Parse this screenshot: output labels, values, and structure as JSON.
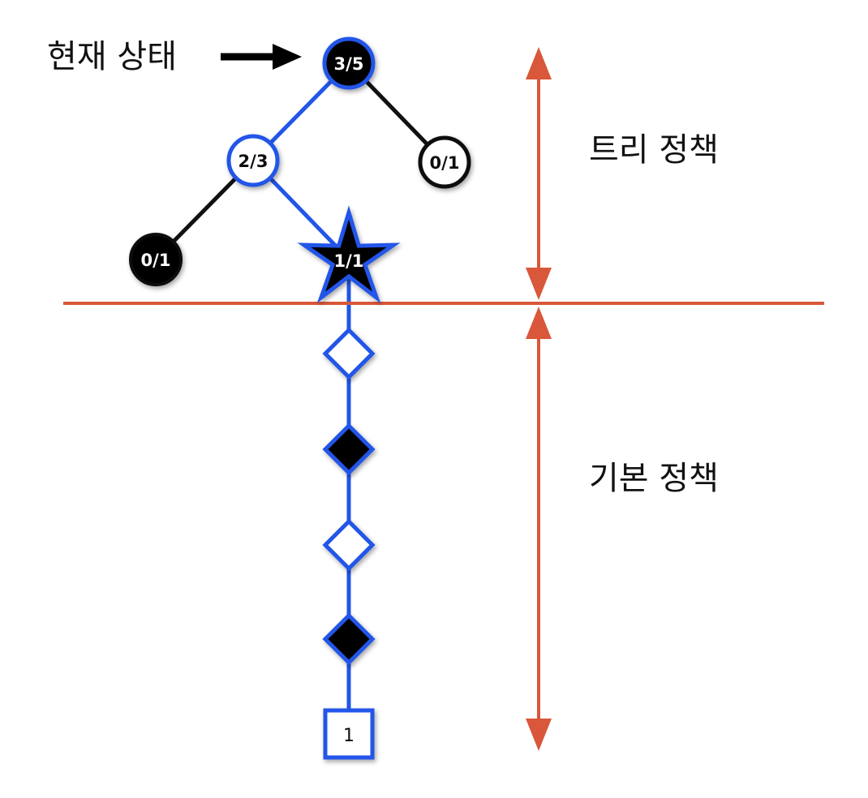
{
  "labels": {
    "current_state": "현재 상태",
    "tree_policy": "트리 정책",
    "default_policy": "기본 정책"
  },
  "colors": {
    "tree_edge_selected": "#2255e8",
    "tree_edge_other": "#111111",
    "divider": "#d9573a",
    "node_fill_black": "#000000",
    "node_fill_white": "#ffffff",
    "node_border_blue": "#2255e8"
  },
  "nodes": {
    "root": "3/5",
    "left_child": "2/3",
    "right_child": "0/1",
    "left_leaf": "0/1",
    "star_leaf": "1/1",
    "rollout_result": "1"
  }
}
